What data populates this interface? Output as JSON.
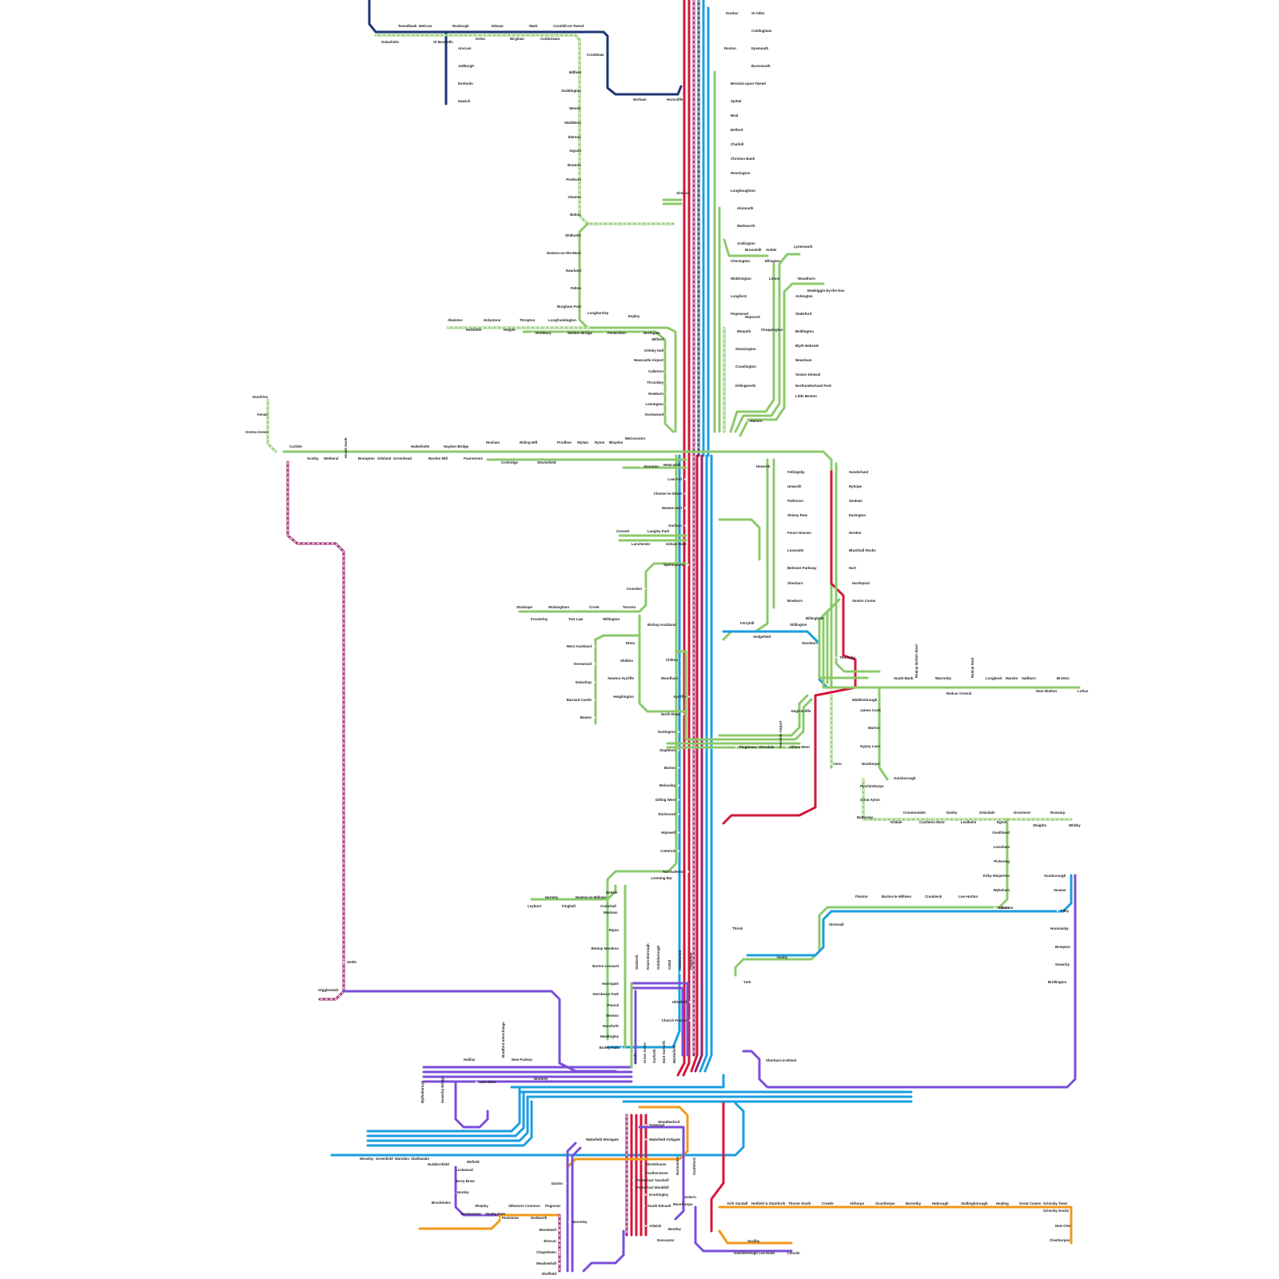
{
  "map": {
    "colors": {
      "green": "#8cc96b",
      "navy": "#1b3472",
      "red": "#d4163a",
      "blue": "#1a9ee0",
      "purple": "#7a4ed8",
      "maroon": "#9a1d6a",
      "orange": "#f19a1b",
      "dash_light": "#ffffff"
    },
    "stations": [
      "Dunbar",
      "St Abbs",
      "Coldingham",
      "Reston",
      "Eyemouth",
      "Burnmouth",
      "Berwick-upon-Tweed",
      "Spittal",
      "Beal",
      "Belford",
      "Chathill",
      "Christon Bank",
      "Rennington",
      "Longhoughton",
      "Alnmouth",
      "Warkworth",
      "Acklington",
      "Broomhill",
      "Amble",
      "Chevington",
      "Ellington",
      "Lynemouth",
      "Widdrington",
      "Linton",
      "Woodhorn",
      "Newbiggin-by-the-Sea",
      "Longhirst",
      "Ashington",
      "Pegswood",
      "Hepscott",
      "Morpeth",
      "Choppington",
      "Stakeford",
      "Bedlington",
      "Blyth Bebside",
      "Stannington",
      "Cramlington",
      "Newsham",
      "Seaton Delaval",
      "Northumberland Park",
      "Killingworth",
      "Little Benton",
      "Manors",
      "Tweedbank",
      "Melrose",
      "Galashiels",
      "Roxburgh",
      "St Boswells",
      "Ednam",
      "Kelso",
      "Birgham",
      "Wark",
      "Coldstream",
      "Cornhill-on-Tweed",
      "Ancrum",
      "Jedburgh",
      "Denholm",
      "Hawick",
      "Norham",
      "Horncliffe",
      "Crookham",
      "Milfield",
      "Doddington",
      "Wooler",
      "Middleton",
      "Ilderton",
      "Ingram",
      "Branton",
      "Powburn",
      "Glanton",
      "Bolton",
      "Alnwick",
      "Shilbottle",
      "Newton-on-the-Moor",
      "Swarland",
      "Felton",
      "Longframlington",
      "Burgham Park",
      "Longhorsley",
      "Espley",
      "Thropton",
      "Rothbury",
      "Weldon Bridge",
      "Fenwcither",
      "Northgate",
      "Alwinton",
      "Harbottle",
      "Holystone",
      "Hepple",
      "Milford",
      "Kirkley Hall",
      "Newcastle Airport",
      "Callerton",
      "Throckley",
      "Newburn",
      "Lemington",
      "Scotswood",
      "Dumfries",
      "Annan",
      "Gretna Green",
      "Carlisle",
      "Scotby",
      "Wetheral",
      "Heads Nook",
      "Brampton",
      "Gilsland",
      "Greenhead",
      "Haltwhistle",
      "Bardon Mill",
      "Haydon Bridge",
      "Fourstones",
      "Hexham",
      "Corbridge",
      "Riding Mill",
      "Stocksfield",
      "Prudhoe",
      "Wylam",
      "Ryton",
      "Blaydon",
      "Metrocentre",
      "Dunston",
      "Newcastle",
      "Heworth",
      "Low Fell",
      "Chester-le-Street",
      "Newton Hall",
      "Durham",
      "Consett",
      "Langley Park",
      "Lanchester",
      "Ushaw Moor",
      "Spennymoor",
      "Coundon",
      "Stanhope",
      "Wolsingham",
      "Frosterley",
      "Crook",
      "Tow Law",
      "Toronto",
      "Willington",
      "Bishop Auckland",
      "Etton",
      "Shildon",
      "West Auckland",
      "Evenwood",
      "Staindrop",
      "Barnard Castle",
      "Bowes",
      "Newton Aycliffe",
      "Heighington",
      "Chilton",
      "Woodham",
      "Aycliffe",
      "North Road",
      "Darlington",
      "Stapleton",
      "Barton",
      "Melsonby",
      "Gilling West",
      "Richmond",
      "Hipswell",
      "Catterick",
      "Northallerton",
      "Leeming Bar",
      "Fellingsby",
      "Usworth",
      "Pattinson",
      "Shiney Row",
      "Fence Houses",
      "Leamside",
      "Belmont Parkway",
      "Sherburn",
      "Bowburn",
      "Ferryhill",
      "Sedgefield",
      "Billingham",
      "Stillington",
      "Stockton",
      "Thornaby",
      "Sunderland",
      "Ryhope",
      "Seaham",
      "Easington",
      "Horden",
      "Blackhall Rocks",
      "Hart",
      "Hartlepool",
      "Seaton Carew",
      "South Bank",
      "Redcar British Steel",
      "Warrenby",
      "Redcar East",
      "Redcar Central",
      "Longbeck",
      "Marske",
      "Saltburn",
      "Brotton",
      "New Skelton",
      "Loftus",
      "Middlesbrough",
      "James Cook",
      "Marton",
      "Gypsy Lane",
      "Nunthorpe",
      "Great Ayton",
      "Battersby",
      "Eaglescliffe",
      "Yarm",
      "Dinsdale",
      "Teesside Airport",
      "Allens West",
      "Finghmoor",
      "Guisborough",
      "Pinchinthorpe",
      "Commondale",
      "Kildale",
      "Castleton Moor",
      "Danby",
      "Lealholm",
      "Glaisdale",
      "Egton",
      "Grosmont",
      "Ruswarp",
      "Sleights",
      "Whitby",
      "Goathland",
      "Levisham",
      "Pickering",
      "Kirby Misperton",
      "Wykeham",
      "Ganton",
      "Seamer",
      "Scarborough",
      "Filey",
      "Hunmanby",
      "Bempton",
      "Sewerby",
      "Bridlington",
      "Harmby",
      "Newton-le-Willows",
      "Leyburn",
      "Finghall",
      "Bedale",
      "Crakehall",
      "Masham",
      "Ripon",
      "Bishop Monkton",
      "Burton Leonard",
      "Harrogate",
      "Hornbeam Park",
      "Pannal",
      "Weeton",
      "Horsforth",
      "Headingley",
      "Burley Park",
      "Leeds",
      "Starbeck",
      "Knaresborough",
      "Goldsborough",
      "Cattal",
      "Hammerton",
      "Poppleton",
      "Ulleskelf",
      "Church Fenton",
      "Sherburn-in-Elmet",
      "York",
      "Haxby",
      "Strensall",
      "Thirsk",
      "Flaxton",
      "Barton-le-Willows",
      "Crambeck",
      "Low Hutton",
      "Malton",
      "Settle",
      "Giggleswick",
      "Halifax",
      "New Pudsey",
      "Bradford Interchange",
      "Low Moor",
      "Bramley",
      "Mytholmroyd",
      "Sowerby Bridge",
      "Cross Gates",
      "Garforth",
      "East Garforth",
      "Micklefield",
      "Woodlesford",
      "Outwood",
      "Wakefield Kirkgate",
      "Wakefield Westgate",
      "Normanton",
      "Castleford",
      "Streethouse",
      "Featherstone",
      "Pontefract Tanshelf",
      "Pontefract Monkhill",
      "Knottingley",
      "South Elmsall",
      "Moorthorpe",
      "Askern",
      "Adwick",
      "Bentley",
      "Doncaster",
      "Mossley",
      "Greenfield",
      "Marsden",
      "Slaithwaite",
      "Huddersfield",
      "Mirfield",
      "Lockwood",
      "Berry Brow",
      "Honley",
      "Brockholes",
      "Shepley",
      "Stocksmoor",
      "Denby Dale",
      "Penistone",
      "Silkstone Common",
      "Dodworth",
      "Pogmoor",
      "Darton",
      "Barnsley",
      "Wombwell",
      "Elsecar",
      "Chapeltown",
      "Meadowhall",
      "Sheffield",
      "Kirk Sandall",
      "Hatfield & Stainforth",
      "Thorne South",
      "Crowle",
      "Althorpe",
      "Scunthorpe",
      "Barnetby",
      "Habrough",
      "Stallingborough",
      "Healing",
      "Great Coates",
      "Grimsby Town",
      "Grimsby Docks",
      "New Clee",
      "Cleethorpes",
      "Saxilby",
      "Gainsborough Lea Road",
      "Lincoln"
    ]
  }
}
